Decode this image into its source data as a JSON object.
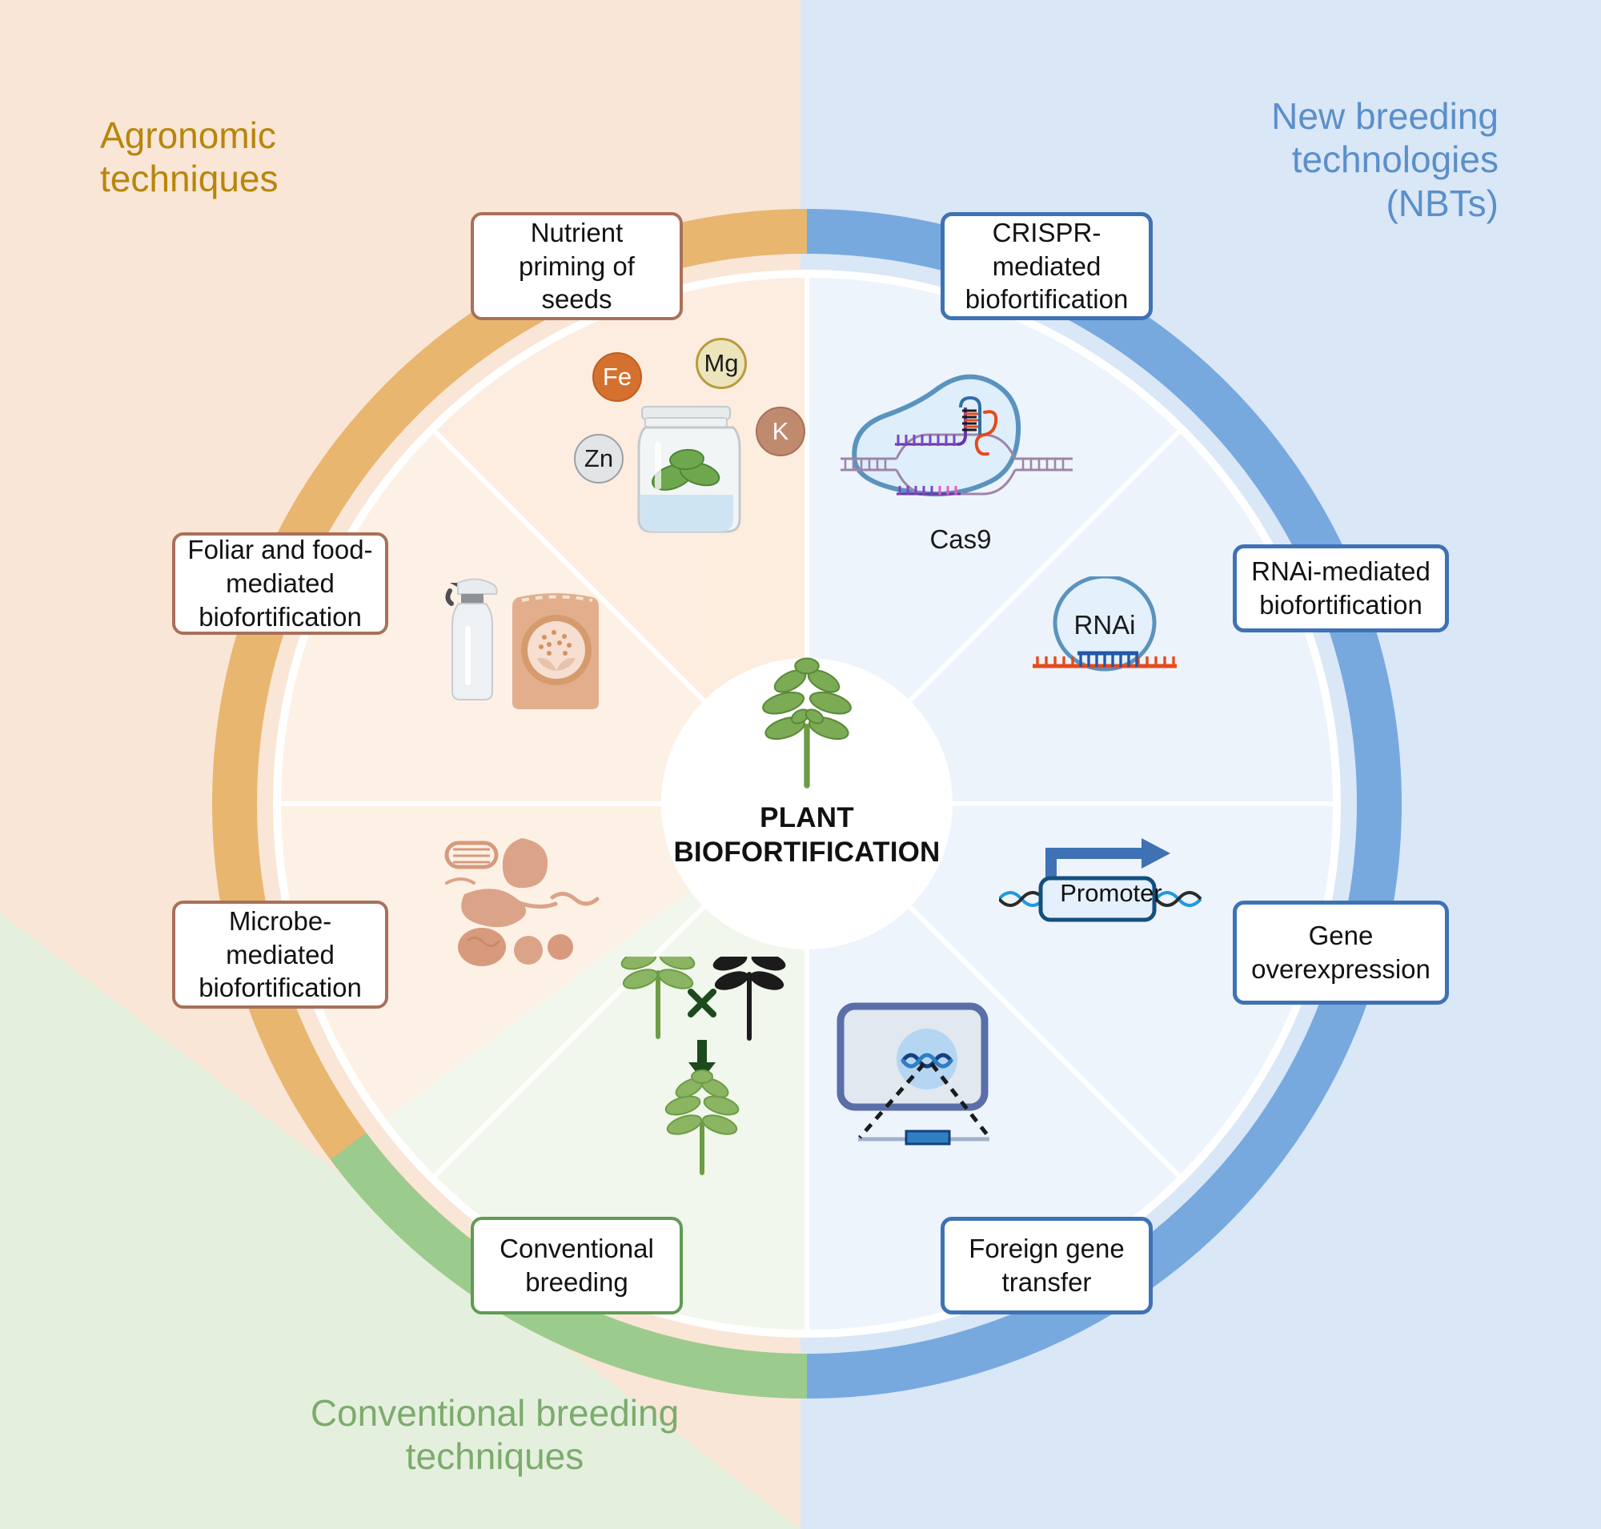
{
  "figure": {
    "center_title": "PLANT\nBIOFORTIFICATION"
  },
  "quadrant_titles": {
    "agronomic": "Agronomic\ntechniques",
    "nbt": "New breeding\ntechnologies\n(NBTs)",
    "conventional": "Conventional breeding\ntechniques"
  },
  "colors": {
    "agronomic_text": "#b8860b",
    "agronomic_bg": "#f9e6d7",
    "agronomic_ring": "#e8b66f",
    "nbt_text": "#5b8fc9",
    "nbt_bg": "#d9e7f7",
    "nbt_ring": "#77a9df",
    "conventional_text": "#7dab6e",
    "conventional_bg": "#e4f0dd",
    "conventional_ring": "#9ccb8e",
    "box_border_brown": "#a9705a",
    "box_border_blue": "#3f72b5",
    "box_border_green": "#5f9c55"
  },
  "callouts": [
    {
      "id": "nutrient",
      "label": "Nutrient\npriming of\nseeds",
      "border": "brown"
    },
    {
      "id": "crispr",
      "label": "CRISPR-\nmediated\nbiofortification",
      "border": "blue"
    },
    {
      "id": "foliar",
      "label": "Foliar and food-\nmediated\nbiofortification",
      "border": "brown"
    },
    {
      "id": "rnai",
      "label": "RNAi-mediated\nbiofortification",
      "border": "blue"
    },
    {
      "id": "microbe",
      "label": "Microbe-\nmediated\nbiofortification",
      "border": "brown"
    },
    {
      "id": "gene",
      "label": "Gene\noverexpression",
      "border": "blue"
    },
    {
      "id": "conv",
      "label": "Conventional\nbreeding",
      "border": "green"
    },
    {
      "id": "foreign",
      "label": "Foreign gene\ntransfer",
      "border": "blue"
    }
  ],
  "minerals": [
    {
      "symbol": "Fe",
      "fill": "#d4712f",
      "text": "#ffffff"
    },
    {
      "symbol": "Mg",
      "fill": "#ece5bb",
      "text": "#1b1b1b"
    },
    {
      "symbol": "Zn",
      "fill": "#e2e4e6",
      "text": "#1b1b1b"
    },
    {
      "symbol": "K",
      "fill": "#c08a6e",
      "text": "#ffffff"
    }
  ],
  "illustration_labels": {
    "cas9": "Cas9",
    "rnai": "RNAi",
    "promoter": "Promoter"
  },
  "sectors": [
    {
      "id": "nutrient-priming",
      "side": "agronomic"
    },
    {
      "id": "foliar-food",
      "side": "agronomic"
    },
    {
      "id": "microbe",
      "side": "agronomic"
    },
    {
      "id": "conventional",
      "side": "conventional"
    },
    {
      "id": "foreign-gene",
      "side": "nbt"
    },
    {
      "id": "gene-overexpr",
      "side": "nbt"
    },
    {
      "id": "rnai",
      "side": "nbt"
    },
    {
      "id": "crispr",
      "side": "nbt"
    }
  ]
}
